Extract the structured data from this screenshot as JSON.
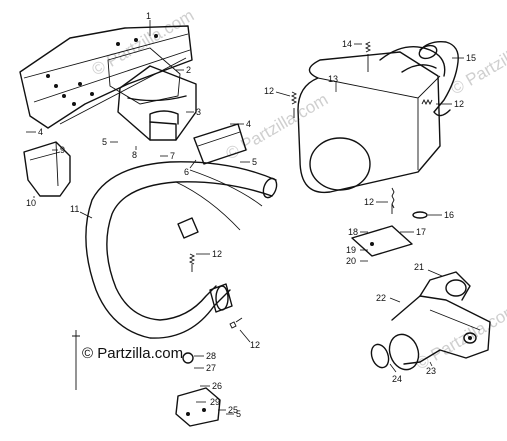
{
  "copyright": "© Partzilla.com",
  "watermark": "© Partzilla.com",
  "callouts": {
    "c1": "1",
    "c2": "2",
    "c3": "3",
    "c4a": "4",
    "c4b": "4",
    "c5a": "5",
    "c5b": "5",
    "c5c": "5",
    "c6": "6",
    "c7": "7",
    "c8": "8",
    "c9": "9",
    "c10": "10",
    "c11": "11",
    "c12a": "12",
    "c12b": "12",
    "c12c": "12",
    "c12d": "12",
    "c12e": "12",
    "c13": "13",
    "c14": "14",
    "c15": "15",
    "c16": "16",
    "c17": "17",
    "c18": "18",
    "c19": "19",
    "c20": "20",
    "c21": "21",
    "c22": "22",
    "c23": "23",
    "c24": "24",
    "c25": "25",
    "c26": "26",
    "c27": "27",
    "c28": "28",
    "c29": "29"
  }
}
